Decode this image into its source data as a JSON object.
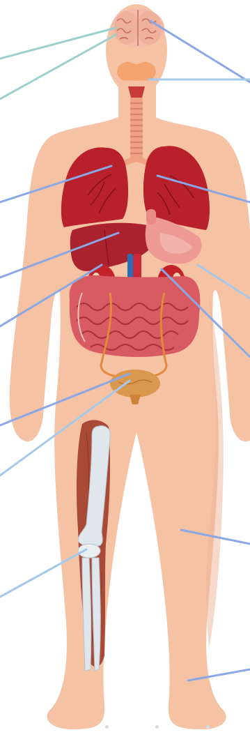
{
  "colors": {
    "background": "#ffffff",
    "skin": "#f5c2a3",
    "skin_shadow": "#e9a989",
    "lung": "#b8202b",
    "liver": "#a9222d",
    "stomach": "#ec9a93",
    "intestine": "#d85a63",
    "kidney": "#c3212c",
    "artery": "#c9283a",
    "vein": "#2a6fb6",
    "ureter": "#e18a3c",
    "bladder": "#d9984d",
    "brain": "#f0b6a3",
    "thyroid": "#f2a06e",
    "trachea": "#eea183",
    "muscle": "#a84a36",
    "bone": "#dfe6ec",
    "leader_teal": "#9dcfcd",
    "leader_lightblue": "#a6c9ea",
    "leader_blue": "#8aa7e6"
  },
  "organs": [
    "brain",
    "thyroid",
    "trachea",
    "lungs",
    "liver",
    "stomach",
    "kidneys",
    "aorta",
    "vena-cava",
    "intestines",
    "ureters",
    "bladder",
    "leg-muscles",
    "leg-bones",
    "skin"
  ],
  "icons": [
    "brain-icon",
    "thyroid-icon",
    "lungs-icon",
    "liver-icon",
    "stomach-icon",
    "kidney-icon",
    "bladder-icon",
    "bone-icon"
  ]
}
